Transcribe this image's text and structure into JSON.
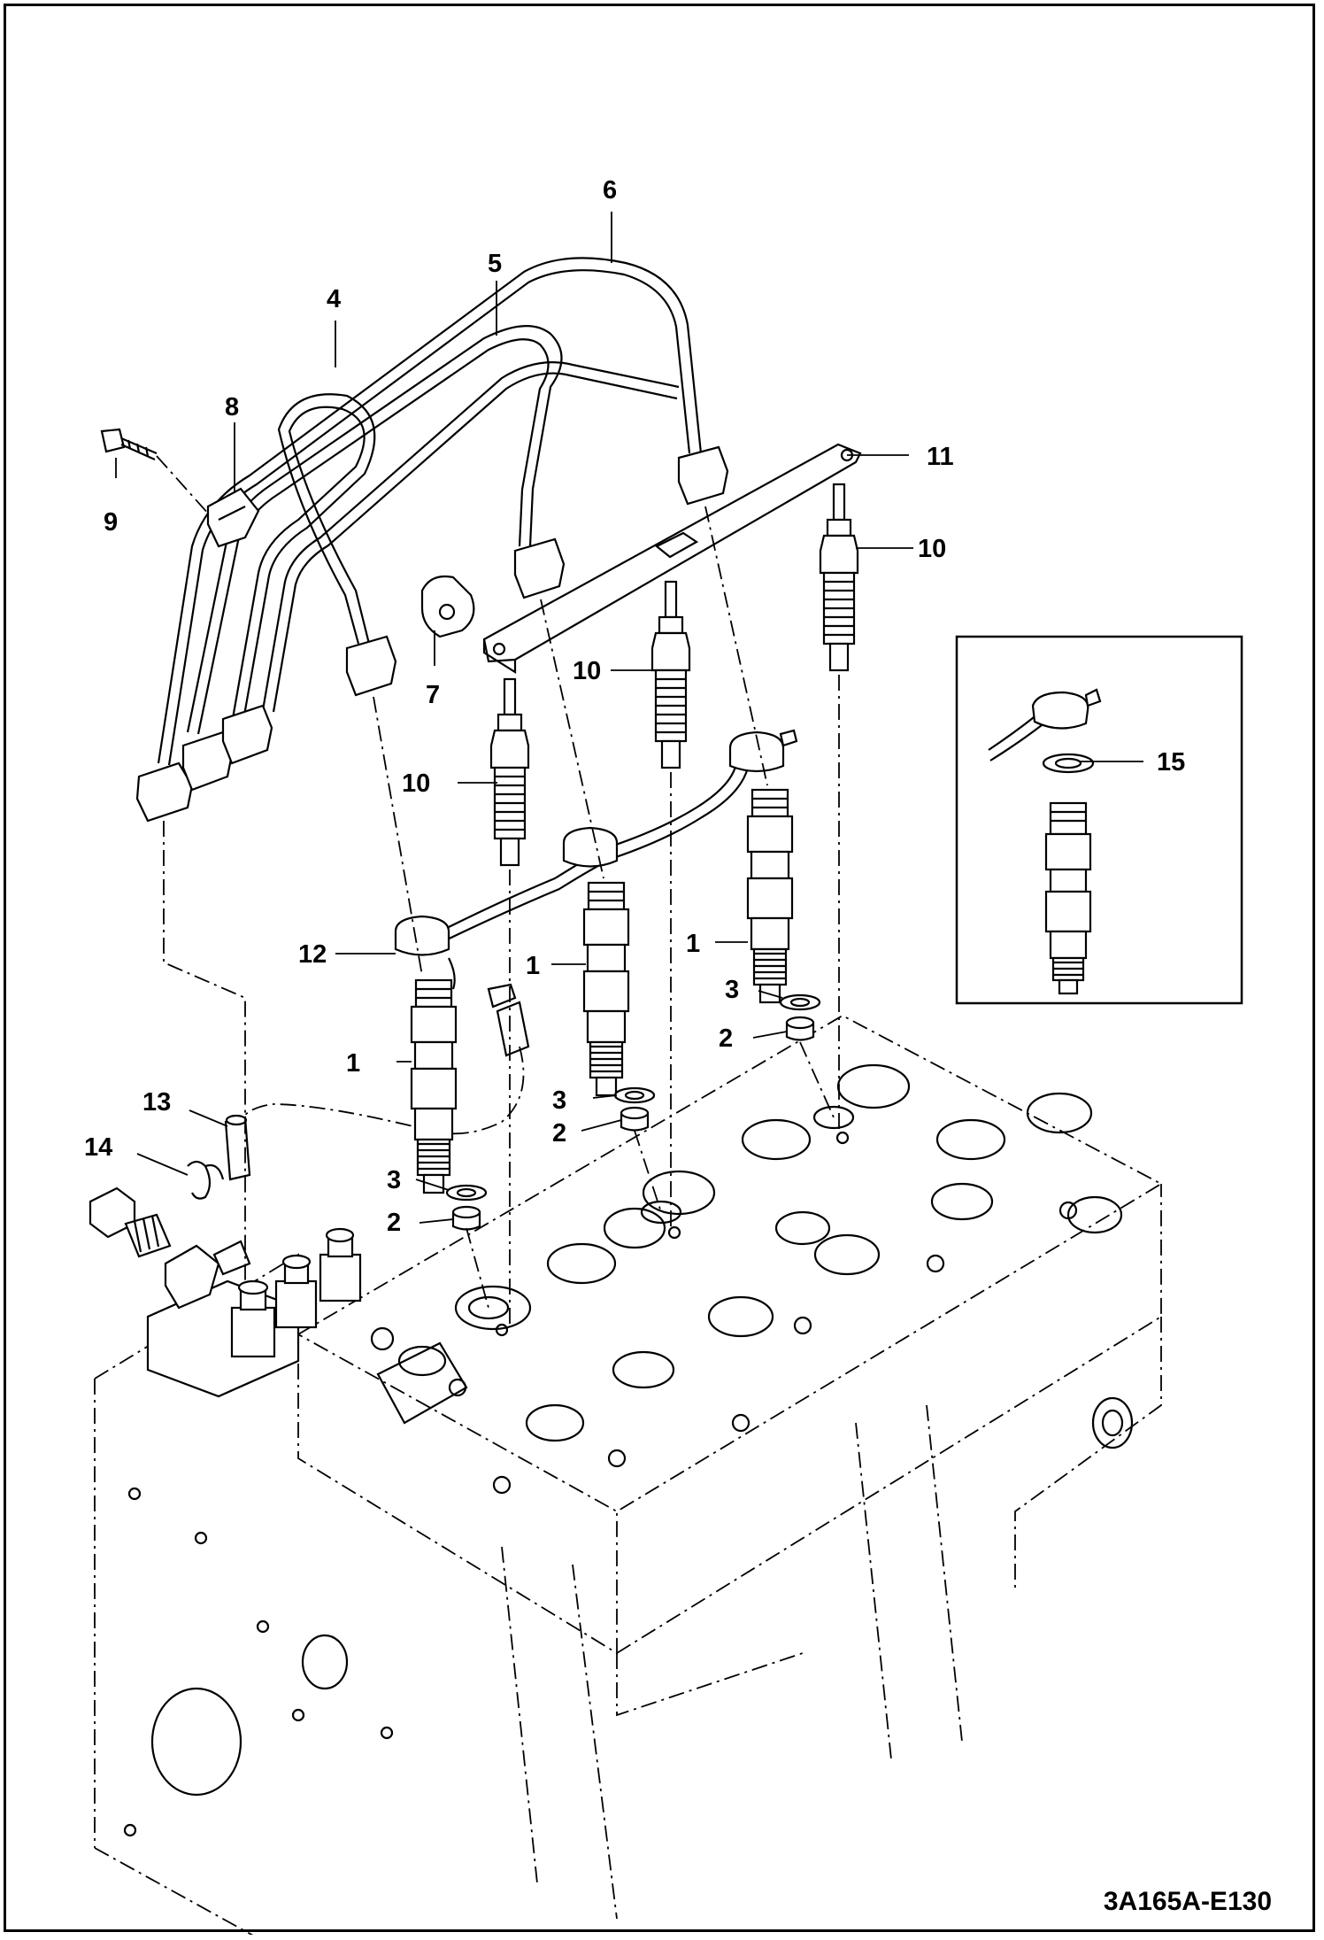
{
  "drawing_code": "3A165A-E130",
  "callouts": [
    {
      "id": "c6",
      "text": "6"
    },
    {
      "id": "c5",
      "text": "5"
    },
    {
      "id": "c4",
      "text": "4"
    },
    {
      "id": "c8",
      "text": "8"
    },
    {
      "id": "c9",
      "text": "9"
    },
    {
      "id": "c11",
      "text": "11"
    },
    {
      "id": "c10a",
      "text": "10"
    },
    {
      "id": "c10b",
      "text": "10"
    },
    {
      "id": "c10c",
      "text": "10"
    },
    {
      "id": "c7",
      "text": "7"
    },
    {
      "id": "c15",
      "text": "15"
    },
    {
      "id": "c12",
      "text": "12"
    },
    {
      "id": "c1a",
      "text": "1"
    },
    {
      "id": "c1b",
      "text": "1"
    },
    {
      "id": "c1c",
      "text": "1"
    },
    {
      "id": "c3a",
      "text": "3"
    },
    {
      "id": "c2a",
      "text": "2"
    },
    {
      "id": "c3b",
      "text": "3"
    },
    {
      "id": "c2b",
      "text": "2"
    },
    {
      "id": "c3c",
      "text": "3"
    },
    {
      "id": "c2c",
      "text": "2"
    },
    {
      "id": "c13",
      "text": "13"
    },
    {
      "id": "c14",
      "text": "14"
    }
  ]
}
